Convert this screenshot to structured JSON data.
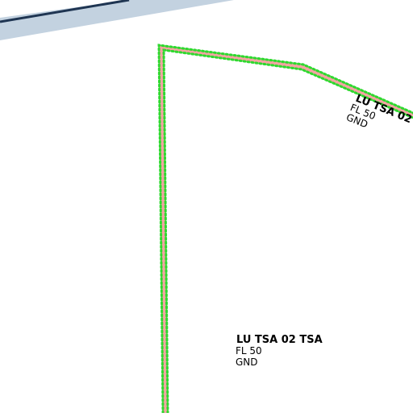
{
  "colors": {
    "background": "#ffffff",
    "band_fill": "#c3d2e0",
    "band_edge": "#1f3552",
    "zone_border": "#f4a3a3",
    "zone_dotted": "#2fd82f"
  },
  "airspace_edge_label": {
    "name": "LU TSA 02",
    "upper_limit": "FL 50",
    "lower_limit": "GND"
  },
  "airspace_center_label": {
    "name": "LU TSA 02 TSA",
    "upper_limit": "FL 50",
    "lower_limit": "GND"
  }
}
